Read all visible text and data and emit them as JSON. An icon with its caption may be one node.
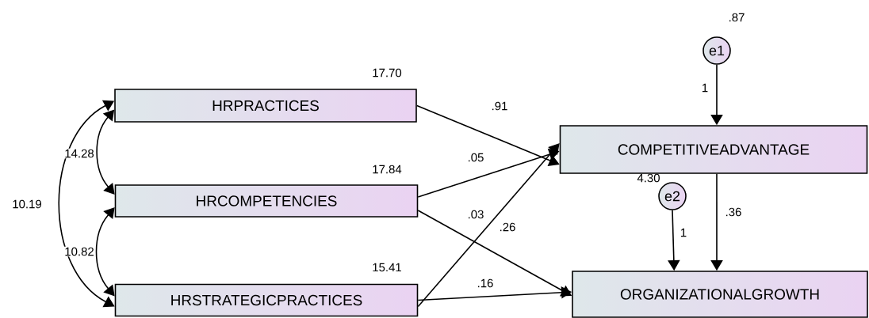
{
  "diagram": {
    "nodes": [
      {
        "text": [
          "HRPRACTICES"
        ],
        "beside": [
          "17.70"
        ]
      },
      {
        "text": [
          "HRCOMPETENCIES"
        ],
        "beside": [
          "17.84"
        ]
      },
      {
        "text": [
          "HRSTRATEGICPRACTICES"
        ],
        "beside": [
          "15.41"
        ]
      },
      {
        "text": [
          "e1"
        ],
        "beside": [
          ".87"
        ]
      },
      {
        "text": [
          "COMPETITIVEADVANTAGE"
        ],
        "beside": [
          "4.30"
        ]
      },
      {
        "text": [
          "e2"
        ]
      },
      {
        "text": [
          "ORGANIZATIONALGROWTH"
        ]
      }
    ],
    "edges": [
      {
        "from": 0,
        "to": 4,
        "arrow": "to",
        "label": ".91"
      },
      {
        "from": 1,
        "to": 4,
        "arrow": "to",
        "label": ".05"
      },
      {
        "from": 2,
        "to": 4,
        "arrow": "to",
        "label": ".26"
      },
      {
        "from": 1,
        "to": 6,
        "arrow": "to",
        "label": ".03"
      },
      {
        "from": 2,
        "to": 6,
        "arrow": "to",
        "label": ".16"
      },
      {
        "from": 3,
        "to": 4,
        "arrow": "to",
        "label": "1"
      },
      {
        "from": 5,
        "to": 6,
        "arrow": "to",
        "label": "1"
      },
      {
        "from": 4,
        "to": 6,
        "arrow": "to",
        "label": ".36"
      },
      {
        "from": 0,
        "to": 1,
        "arrow": "both",
        "label": "14.28"
      },
      {
        "from": 1,
        "to": 2,
        "arrow": "both",
        "label": "10.82"
      },
      {
        "from": 0,
        "to": 2,
        "arrow": "both",
        "label": "10.19"
      }
    ]
  }
}
